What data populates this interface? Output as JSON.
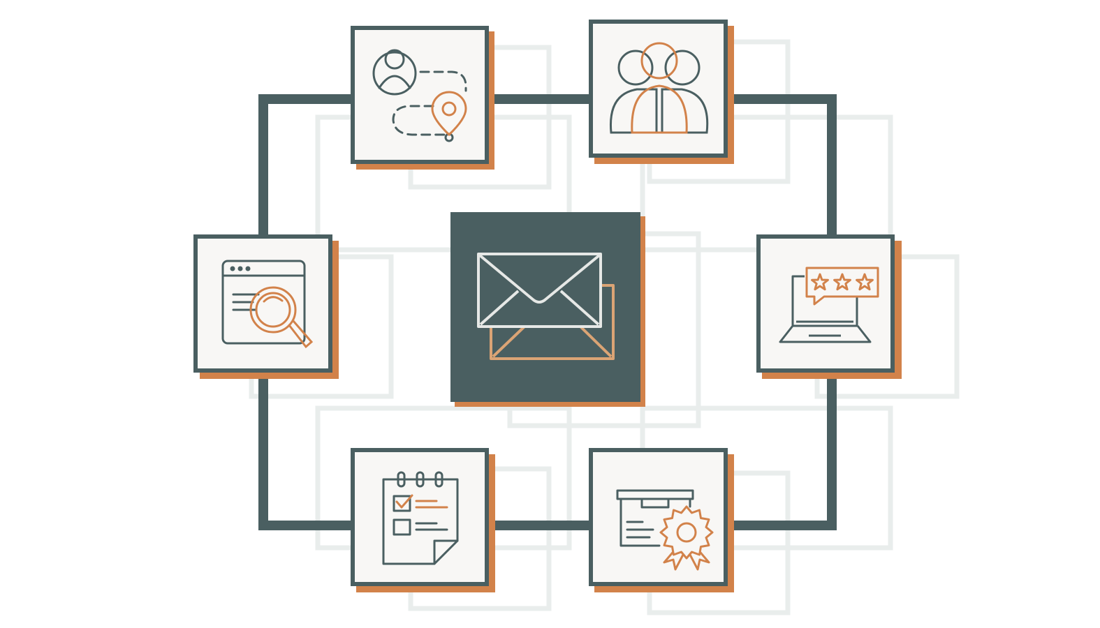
{
  "colors": {
    "slate": "#4a5f61",
    "orange": "#d2824a",
    "light_orange": "#dba475",
    "card_fill": "#f8f7f5",
    "ghost": "#e9edec",
    "envelope_stroke": "#e6e8e6",
    "background": "#ffffff"
  },
  "diagram": {
    "center_node": {
      "icon": "envelope-icon"
    },
    "nodes": [
      {
        "id": "customer-journey",
        "icon": "user-route-pin-icon"
      },
      {
        "id": "audience",
        "icon": "user-group-icon"
      },
      {
        "id": "reviews",
        "icon": "laptop-star-rating-icon"
      },
      {
        "id": "certification",
        "icon": "certificate-award-icon"
      },
      {
        "id": "checklist",
        "icon": "checklist-notepad-icon"
      },
      {
        "id": "web-search",
        "icon": "browser-magnifier-icon"
      }
    ]
  }
}
